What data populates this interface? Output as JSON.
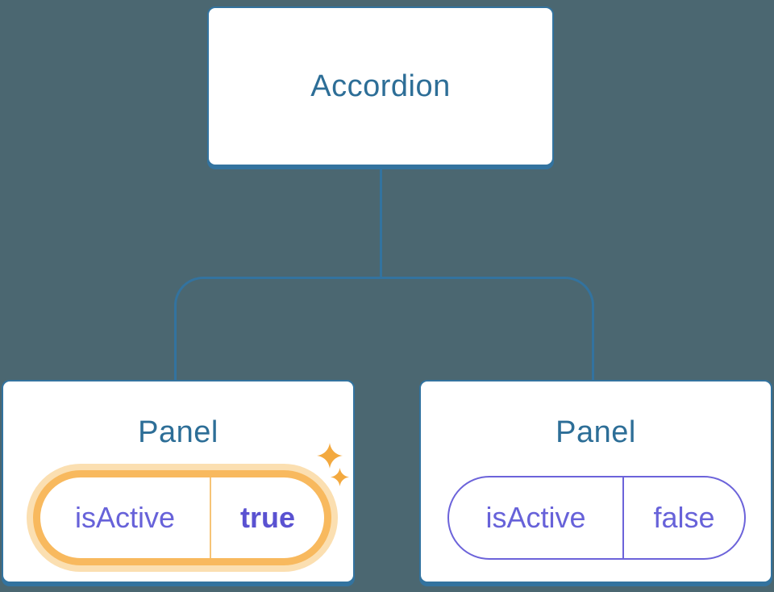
{
  "diagram": {
    "root": {
      "label": "Accordion"
    },
    "panels": [
      {
        "title": "Panel",
        "prop_name": "isActive",
        "prop_value": "true",
        "state": "active",
        "highlighted": true
      },
      {
        "title": "Panel",
        "prop_name": "isActive",
        "prop_value": "false",
        "state": "inactive",
        "highlighted": false
      }
    ]
  },
  "colors": {
    "background": "#4b6771",
    "node_fill": "#ffffff",
    "node_stroke": "#33739f",
    "title_text": "#2d6e97",
    "prop_text": "#6762d9",
    "prop_value_active_text": "#5a52d1",
    "pill_stroke_inactive": "#6c63da",
    "pill_stroke_active": "#f8b95e",
    "pill_glow_active": "#fbdfb1",
    "pill_divider_active": "#f6c477",
    "sparkle": "#f3a93f"
  }
}
